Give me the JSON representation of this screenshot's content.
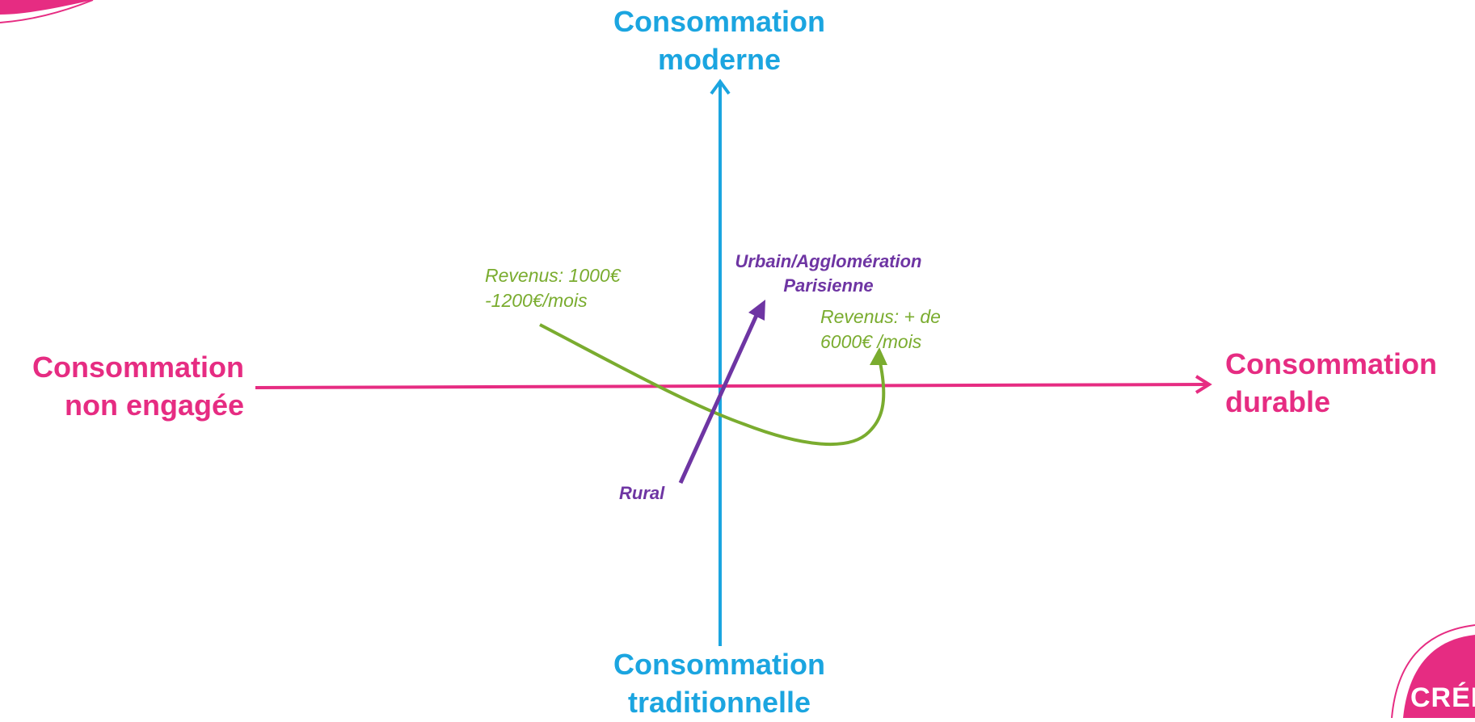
{
  "axes": {
    "top": {
      "line1": "Consommation",
      "line2": "moderne"
    },
    "bottom": {
      "line1": "Consommation",
      "line2": "traditionnelle"
    },
    "left": {
      "line1": "Consommation",
      "line2": "non engagée"
    },
    "right": {
      "line1": "Consommation",
      "line2": "durable"
    }
  },
  "annotations": {
    "income_low": {
      "line1": "Revenus: 1000€",
      "line2": "-1200€/mois"
    },
    "income_high": {
      "line1": "Revenus: + de",
      "line2": "6000€ /mois"
    },
    "urban": {
      "line1": "Urbain/Agglomération",
      "line2": "Parisienne"
    },
    "rural": "Rural"
  },
  "logo": {
    "text": "CRÉD"
  },
  "colors": {
    "vertical_axis": "#1ba5e0",
    "horizontal_axis": "#e62c82",
    "income_curve": "#7aac2f",
    "urban_rural_arrow": "#6e35a3",
    "logo": "#e62c82"
  }
}
